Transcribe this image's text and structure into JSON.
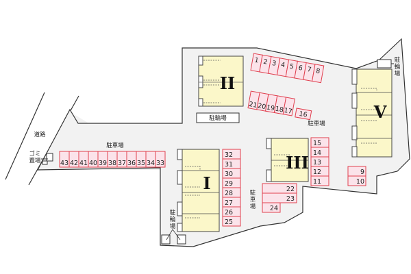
{
  "map": {
    "colors": {
      "ground": "#f2f2f2",
      "lot_fill": "#fbe3ea",
      "lot_stroke": "#e0404f",
      "building_fill": "#fbf7c9",
      "outline": "#333333"
    },
    "buildings": [
      {
        "id": "I",
        "label": "I"
      },
      {
        "id": "II",
        "label": "II"
      },
      {
        "id": "III",
        "label": "III"
      },
      {
        "id": "V",
        "label": "V"
      }
    ],
    "labels": {
      "road": "道路",
      "garbage_1": "ゴミ",
      "garbage_2": "置場",
      "parking_left": "駐車場",
      "parking_right": "駐車場",
      "parking_v1": "駐",
      "parking_v2": "車",
      "parking_v3": "場",
      "bike_box": "駐輪場",
      "bike_v1": "駐",
      "bike_v2": "輪",
      "bike_v3": "場",
      "bike_r1": "駐",
      "bike_r2": "輪",
      "bike_r3": "場"
    },
    "lots_top_row": [
      "1",
      "2",
      "3",
      "4",
      "5",
      "6",
      "7",
      "8"
    ],
    "lots_second_row": [
      "21",
      "20",
      "19",
      "18",
      "17"
    ],
    "lot_16": "16",
    "lots_left_row": [
      "43",
      "42",
      "41",
      "40",
      "39",
      "38",
      "37",
      "36",
      "35",
      "34",
      "33"
    ],
    "lots_building1": [
      "32",
      "31",
      "30",
      "29",
      "28",
      "27",
      "26",
      "25"
    ],
    "lots_building3": [
      "15",
      "14",
      "13",
      "12",
      "11"
    ],
    "lots_bottom": [
      "22",
      "23",
      "24"
    ],
    "lots_right": [
      "9",
      "10"
    ]
  }
}
